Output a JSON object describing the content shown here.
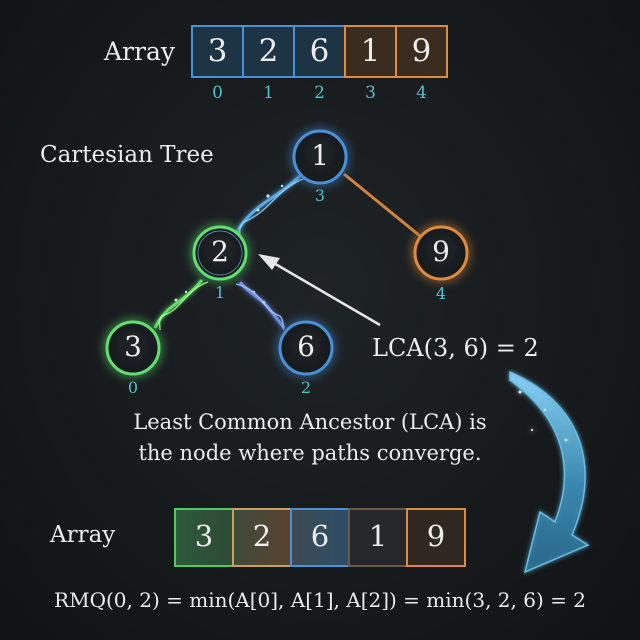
{
  "top_array": {
    "label": "Array",
    "cells": [
      "3",
      "2",
      "6",
      "1",
      "9"
    ],
    "indices": [
      "0",
      "1",
      "2",
      "3",
      "4"
    ]
  },
  "tree": {
    "label": "Cartesian Tree",
    "nodes": [
      {
        "id": "root",
        "value": "1",
        "index": "3"
      },
      {
        "id": "left",
        "value": "2",
        "index": "1"
      },
      {
        "id": "right",
        "value": "9",
        "index": "4"
      },
      {
        "id": "left-left",
        "value": "3",
        "index": "0"
      },
      {
        "id": "left-right",
        "value": "6",
        "index": "2"
      }
    ],
    "lca_label": "LCA(3, 6) = 2"
  },
  "caption": {
    "line1": "Least Common Ancestor (LCA) is",
    "line2": "the node where paths converge."
  },
  "bottom_array": {
    "label": "Array",
    "cells": [
      "3",
      "2",
      "6",
      "1",
      "9"
    ]
  },
  "formula": "RMQ(0, 2) = min(A[0], A[1], A[2]) = min(3, 2, 6) = 2",
  "colors": {
    "blue": "#4a90d9",
    "orange": "#e08a3c",
    "green": "#4ecb5a",
    "teal_index": "#4fc3c8"
  }
}
